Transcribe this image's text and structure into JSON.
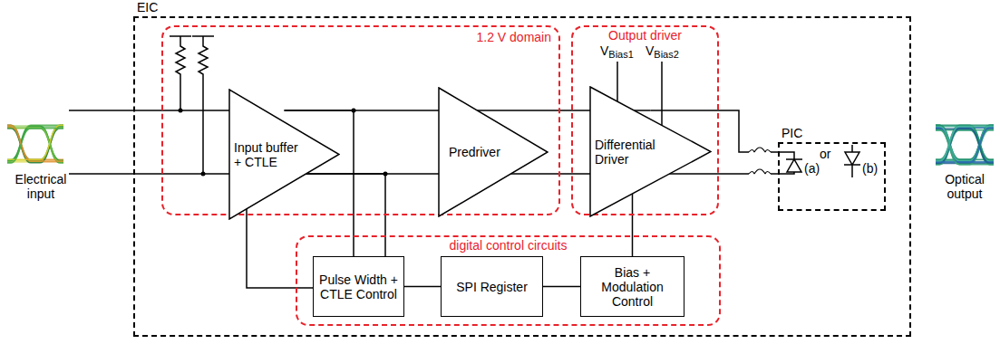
{
  "diagram": {
    "nodes": [
      {
        "text": [
          "EIC"
        ]
      },
      {
        "text": [
          "1.2 V domain"
        ],
        "in": 0
      },
      {
        "text": [
          "Input buffer + CTLE"
        ],
        "in": 1
      },
      {
        "text": [
          "Predriver"
        ],
        "in": 1
      },
      {
        "text": [
          "Output driver"
        ],
        "in": 0
      },
      {
        "text": [
          "Differential Driver"
        ],
        "in": 4
      },
      {
        "text": [
          "digital control circuits"
        ],
        "in": 0
      },
      {
        "text": [
          "Pulse Width + CTLE Control"
        ],
        "in": 6
      },
      {
        "text": [
          "SPI Register"
        ],
        "in": 6
      },
      {
        "text": [
          "Bias + Modulation Control"
        ],
        "in": 6
      },
      {
        "text": [
          "PIC"
        ]
      }
    ],
    "edges": [
      {
        "from": 2,
        "to": 3,
        "arrow": "none"
      },
      {
        "from": 3,
        "to": 5,
        "arrow": "none"
      },
      {
        "from": 2,
        "to": 7,
        "arrow": "none"
      },
      {
        "from": 7,
        "to": 2,
        "arrow": "none"
      },
      {
        "from": 7,
        "to": 8,
        "arrow": "none"
      },
      {
        "from": 8,
        "to": 9,
        "arrow": "none"
      },
      {
        "from": 9,
        "to": 5,
        "arrow": "none"
      },
      {
        "from": 5,
        "to": 10,
        "arrow": "none"
      }
    ],
    "labels": [
      "VBias1",
      "VBias2",
      "(a)",
      "or",
      "(b)",
      "Electrical input",
      "Optical output"
    ]
  }
}
